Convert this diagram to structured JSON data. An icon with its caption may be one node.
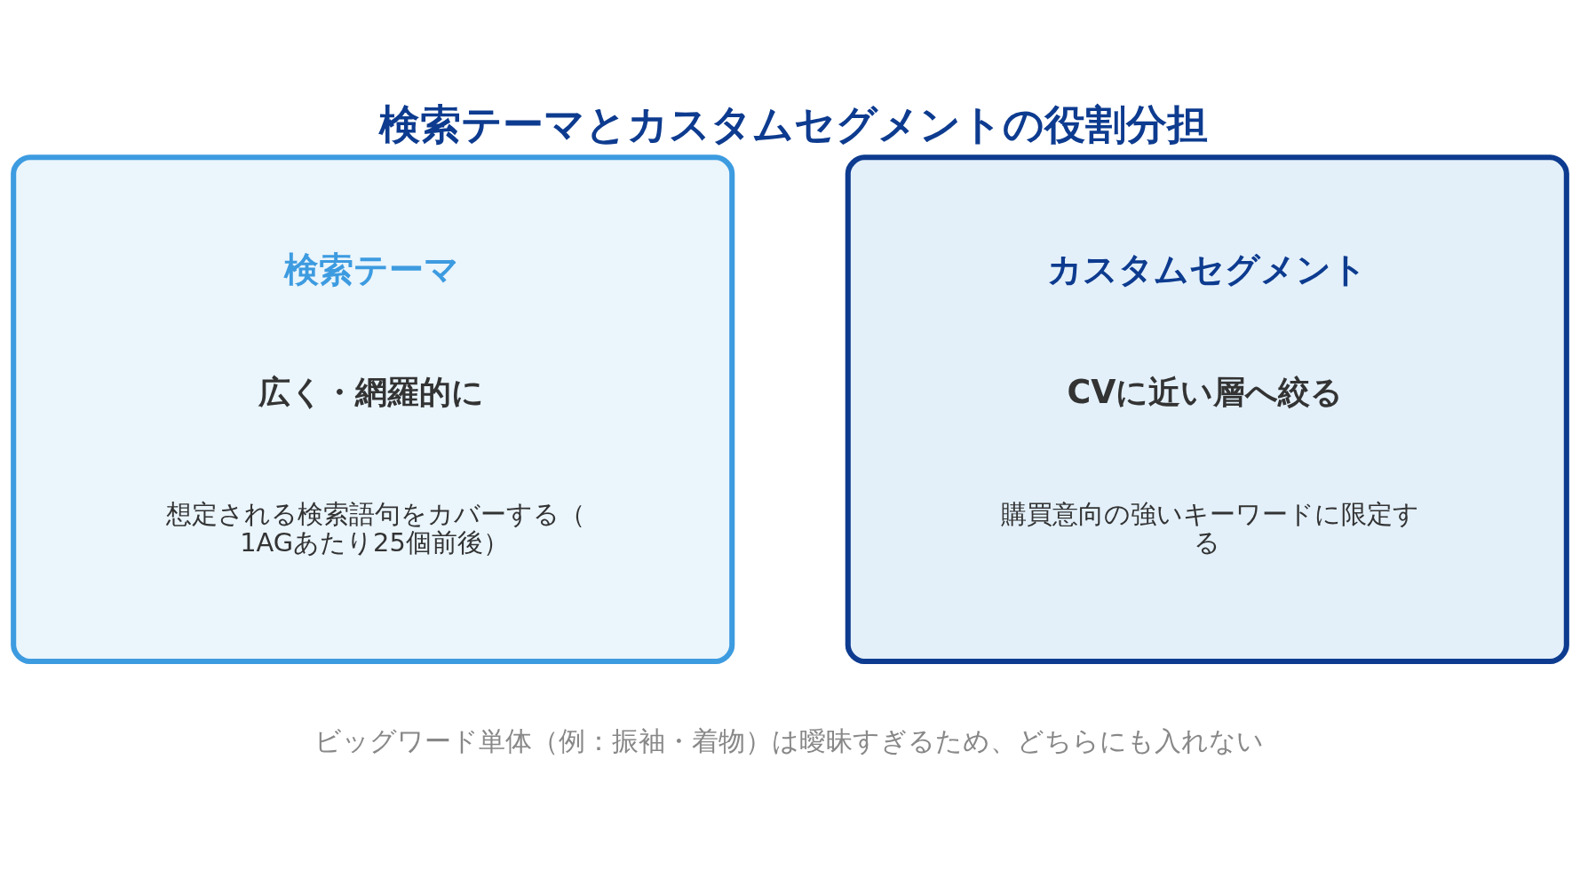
{
  "diagram": {
    "title": "検索テーマとカスタムセグメントの役割分担",
    "nodes": [
      {
        "text": [
          "検索テーマ",
          "広く・網羅的に",
          "想定される検索語句をカバーする（1AGあたり25個前後）"
        ]
      },
      {
        "text": [
          "カスタムセグメント",
          "CVに近い層へ絞る",
          "購買意向の強いキーワードに限定する"
        ]
      }
    ],
    "labels": [
      "ビッグワード単体（例：振袖・着物）は曖昧すぎるため、どちらにも入れない"
    ]
  }
}
